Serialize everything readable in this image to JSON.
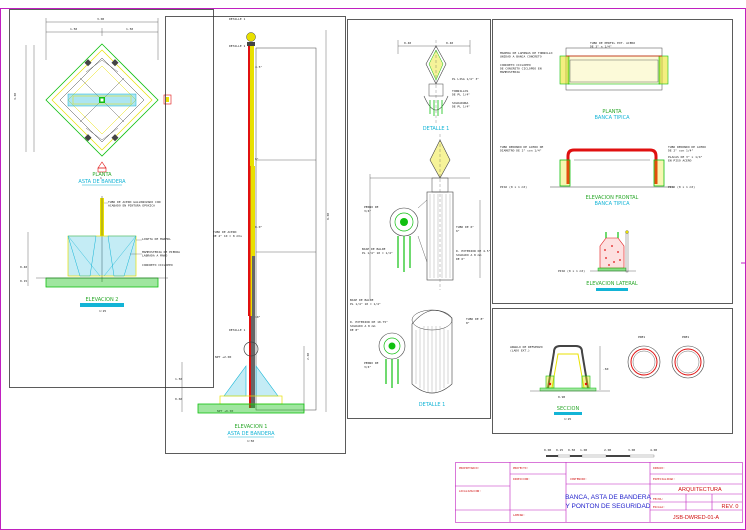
{
  "sheet": {
    "code": "JSB-DWRED-01-A",
    "project_line1": "BANCA, ASTA DE BANDERA",
    "project_line2": "Y PONTON DE SEGURIDAD",
    "discipline": "ARQUITECTURA",
    "revision": "REV. 0"
  },
  "views": {
    "planta_asta": "PLANTA",
    "planta_asta_sub": "ASTA DE BANDERA",
    "elevacion_2": "ELEVACION 2",
    "elevacion_1": "ELEVACION 1",
    "elevacion_1_sub": "ASTA DE BANDERA",
    "detalle_punta": "DETALLE 1",
    "detalle_1": "DETALLE 1",
    "planta_banca": "PLANTA",
    "planta_banca_sub": "BANCA TIPICA",
    "elev_frontal": "ELEVACION FRONTAL",
    "elev_frontal_sub": "BANCA TIPICA",
    "elev_lateral": "ELEVACION LATERAL",
    "ponton": "SECCION"
  },
  "colors": {
    "frame": "#c020c0",
    "red": "#e01010",
    "yellow": "#e8e000",
    "green": "#10c010",
    "cyan": "#13b4d6",
    "blue": "#2222cc"
  }
}
